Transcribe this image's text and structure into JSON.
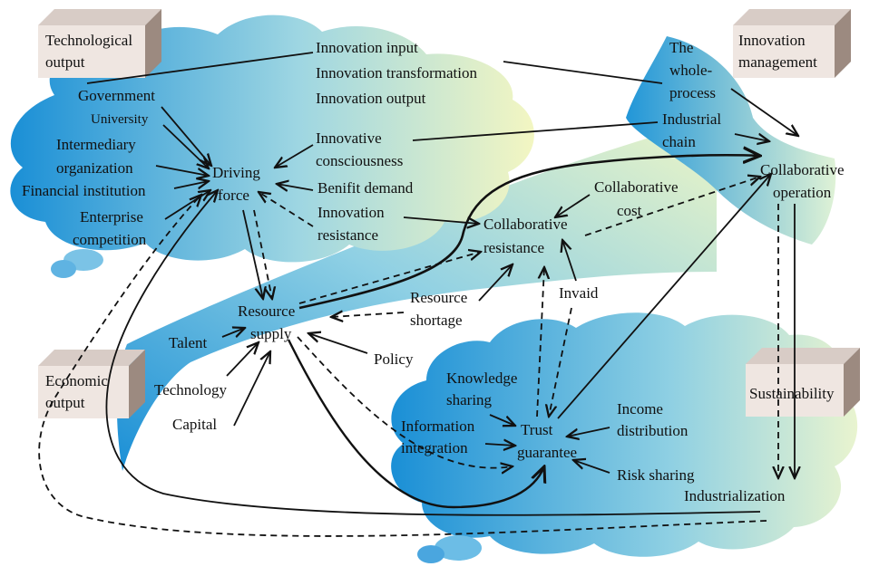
{
  "boxes": {
    "technological_output": [
      "Technological",
      "output"
    ],
    "innovation_management": [
      "Innovation",
      "management"
    ],
    "economic_output": [
      "Economic",
      "output"
    ],
    "sustainability": [
      "Sustainability"
    ]
  },
  "core_nodes": {
    "driving_force": [
      "Driving",
      "force"
    ],
    "resource_supply": [
      "Resource",
      "supply"
    ],
    "collaborative_resistance": [
      "Collaborative",
      "resistance"
    ],
    "collaborative_operation": [
      "Collaborative",
      "operation"
    ],
    "trust_guarantee": [
      "Trust",
      "guarantee"
    ],
    "industrialization": [
      "Industrialization"
    ]
  },
  "driving_inputs": {
    "government": [
      "Government"
    ],
    "university": [
      "University"
    ],
    "intermediary": [
      "Intermediary",
      "organization"
    ],
    "financial": [
      "Financial institution"
    ],
    "enterprise": [
      "Enterprise",
      "competition"
    ],
    "innovative_consciousness": [
      "Innovative",
      "consciousness"
    ],
    "benefit_demand": [
      "Benifit demand"
    ],
    "innovation_resistance": [
      "Innovation",
      "resistance"
    ]
  },
  "innovation_chain": {
    "input": [
      "Innovation input"
    ],
    "transformation": [
      "Innovation transformation"
    ],
    "output": [
      "Innovation output"
    ]
  },
  "management_items": {
    "whole_process": [
      "The",
      "whole-",
      "process"
    ],
    "industrial_chain": [
      "Industrial",
      "chain"
    ]
  },
  "resistance_inputs": {
    "collaborative_cost": [
      "Collaborative",
      "cost"
    ],
    "resource_shortage": [
      "Resource",
      "shortage"
    ],
    "invaid": [
      "Invaid"
    ]
  },
  "resource_inputs": {
    "talent": [
      "Talent"
    ],
    "technology": [
      "Technology"
    ],
    "capital": [
      "Capital"
    ],
    "policy": [
      "Policy"
    ]
  },
  "trust_inputs": {
    "knowledge_sharing": [
      "Knowledge",
      "sharing"
    ],
    "information_integration": [
      "Information",
      "integration"
    ],
    "income_distribution": [
      "Income",
      "distribution"
    ],
    "risk_sharing": [
      "Risk sharing"
    ]
  },
  "colors": {
    "cloud_blue": "#1a8fd6",
    "cloud_cream": "#f3f6c2",
    "box_light": "#efe6e1",
    "box_dark": "#8e7d73",
    "line": "#111111"
  }
}
